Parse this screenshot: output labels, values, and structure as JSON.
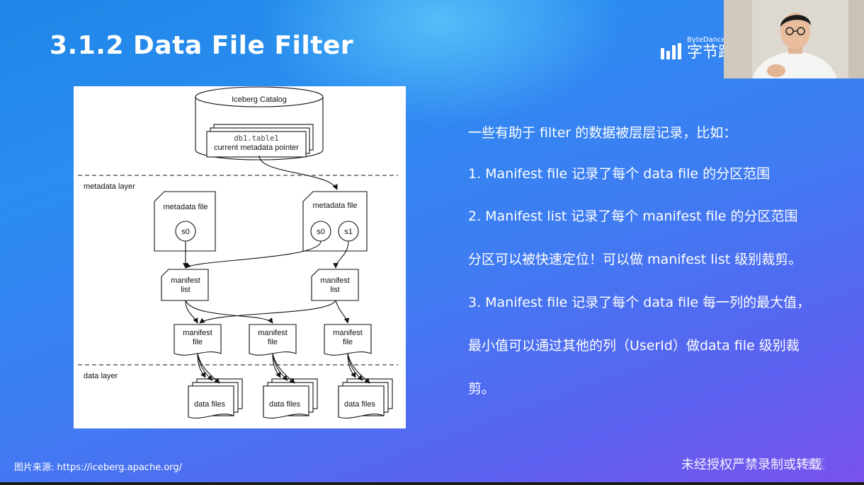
{
  "slide": {
    "title": "3.1.2  Data File Filter",
    "logo": {
      "en": "ByteDance",
      "cn": "字节跳"
    },
    "notes": [
      "一些有助于 filter 的数据被层层记录，比如：",
      "1.   Manifest file 记录了每个 data file 的分区范围",
      "2.   Manifest list 记录了每个 manifest file 的分区范围",
      "分区可以被快速定位！可以做 manifest list 级别裁剪。",
      "3.  Manifest file 记录了每个 data file 每一列的最大值，",
      "最小值可以通过其他的列（UserId）做data file 级别裁",
      "剪。"
    ],
    "source": "图片来源: https://iceberg.apache.org/",
    "watermark": "未经授权严禁录制或转载",
    "watermark_tail": "社区"
  },
  "diagram": {
    "catalog": {
      "title": "Iceberg Catalog",
      "table": "db1.table1",
      "pointer": "current metadata pointer"
    },
    "metadata_layer": "metadata layer",
    "data_layer": "data layer",
    "metadata_file_label": "metadata file",
    "snapshots": [
      "s0",
      "s0",
      "s1"
    ],
    "manifest_list": [
      "manifest",
      "list"
    ],
    "manifest_file": [
      "manifest",
      "file"
    ],
    "data_files_label": "data files"
  },
  "colors": {
    "bg_start": "#1e86e6",
    "bg_end": "#7a52ec",
    "text": "#ffffff"
  }
}
